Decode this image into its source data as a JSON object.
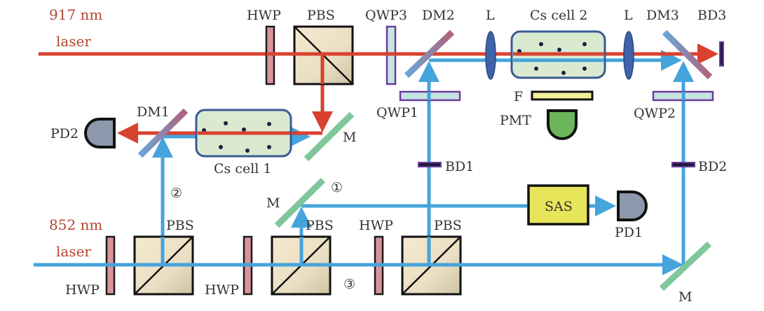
{
  "colors": {
    "red_beam": "#d9412f",
    "blue_beam": "#45a4dc",
    "hwp": "#d9939a",
    "pbs": "#efe3c6",
    "qwp": "#c6e4e3",
    "qwp_border": "#6a3d9a",
    "cell": "#d9ead1",
    "cell_border": "#3a5a94",
    "mirror": "#7fc79a",
    "lens": "#3f63a8",
    "sas": "#e7e55a",
    "filter": "#f3ee9a",
    "pd": "#8d98ad",
    "pmt": "#6db55a",
    "bd": "#1a1a3a",
    "label_red": "#b5442f"
  },
  "lasers": {
    "laser917_line1": "917 nm",
    "laser917_line2": "laser",
    "laser852_line1": "852 nm",
    "laser852_line2": "laser"
  },
  "labels": {
    "hwp_top": "HWP",
    "pbs_top": "PBS",
    "qwp3": "QWP3",
    "dm2": "DM2",
    "lens_left": "L",
    "cs_cell_2": "Cs cell 2",
    "lens_right": "L",
    "dm3": "DM3",
    "bd3": "BD3",
    "qwp1": "QWP1",
    "filter": "F",
    "pmt": "PMT",
    "qwp2": "QWP2",
    "dm1": "DM1",
    "pd2": "PD2",
    "cs_cell_1": "Cs cell 1",
    "mirror_upper": "M",
    "bd1": "BD1",
    "bd2": "BD2",
    "path_1": "①",
    "path_2": "②",
    "path_3": "③",
    "mirror_mid": "M",
    "sas": "SAS",
    "pd1": "PD1",
    "pbs_b1": "PBS",
    "pbs_b2": "PBS",
    "hwp_b_mid": "HWP",
    "pbs_b3": "PBS",
    "hwp_b1": "HWP",
    "hwp_b2": "HWP",
    "mirror_br": "M"
  }
}
